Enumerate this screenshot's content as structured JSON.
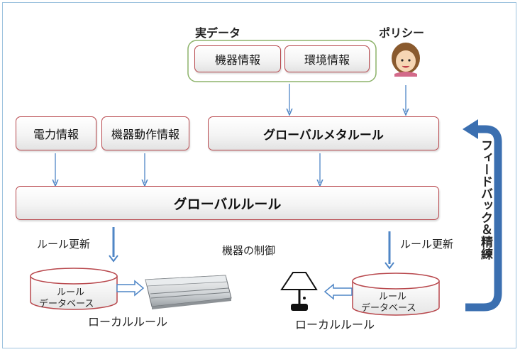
{
  "real_data": {
    "title": "実データ",
    "items": [
      "機器情報",
      "環境情報"
    ]
  },
  "policy_label": "ポリシー",
  "inputs": {
    "power": "電力情報",
    "device_action": "機器動作情報"
  },
  "global_meta_rule": "グローバルメタルール",
  "global_rule": "グローバルルール",
  "left_update": "ルール更新",
  "right_update": "ルール更新",
  "device_control": "機器の制御",
  "db_left": {
    "line1": "ルール",
    "line2": "データベース"
  },
  "db_right": {
    "line1": "ルール",
    "line2": "データベース"
  },
  "local_rule_left": "ローカルルール",
  "local_rule_right": "ローカルルール",
  "feedback": "フィードバック＆精練",
  "colors": {
    "box_border": "#b8474c",
    "group_border": "#8db36b",
    "arrow": "#4f86c6",
    "feedback_arrow": "#3b6fb0",
    "db_border": "#b8474c",
    "frame": "#9ec3de"
  },
  "icons": [
    "person-icon",
    "air-conditioner-icon",
    "lamp-icon",
    "database-icon",
    "feedback-arrow-icon"
  ]
}
